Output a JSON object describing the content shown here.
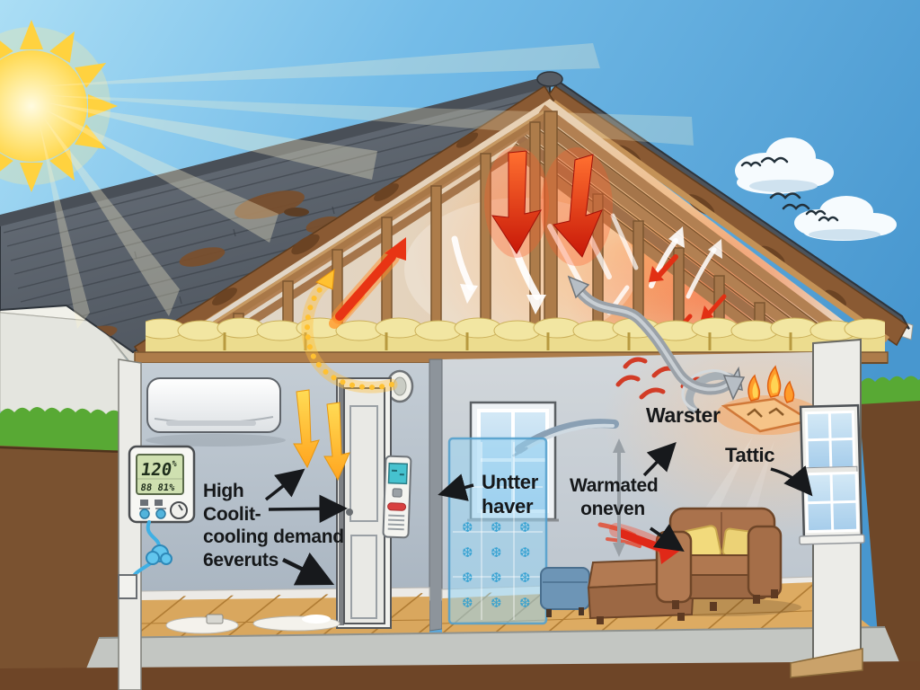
{
  "palette": {
    "sky_deep": "#4e9bd2",
    "sky_light": "#a8def5",
    "sun_yellow": "#ffd23f",
    "roof_gray": "#5d646d",
    "roof_damage_brown": "#7b4f2c",
    "wood": "#ad7c4a",
    "insulation_yellow": "#f2e49a",
    "interior_wall": "#b6c1cb",
    "heat_red": "#e02818",
    "heat_orange": "#ff8c3a",
    "cool_blue": "#8fd0f0",
    "grass_green": "#58a934",
    "soil_brown": "#7a5230",
    "duct_gray": "#9aa1a8",
    "label_text": "#16181a"
  },
  "labels": {
    "cooling": {
      "line1": "High",
      "line2": "Coolit-",
      "line3": "cooling demand",
      "line4": "6everuts"
    },
    "window_filter": {
      "line1": "Untter",
      "line2": "haver"
    },
    "warm_air": {
      "line1": "Warmated",
      "line2": "oneven"
    },
    "warster": "Warster",
    "tattic": "Tattic"
  },
  "thermostat": {
    "main_reading": "120",
    "unit": "%",
    "sub_reading": "88 81%"
  },
  "scene": {
    "snowflake_glyph": "❆"
  }
}
